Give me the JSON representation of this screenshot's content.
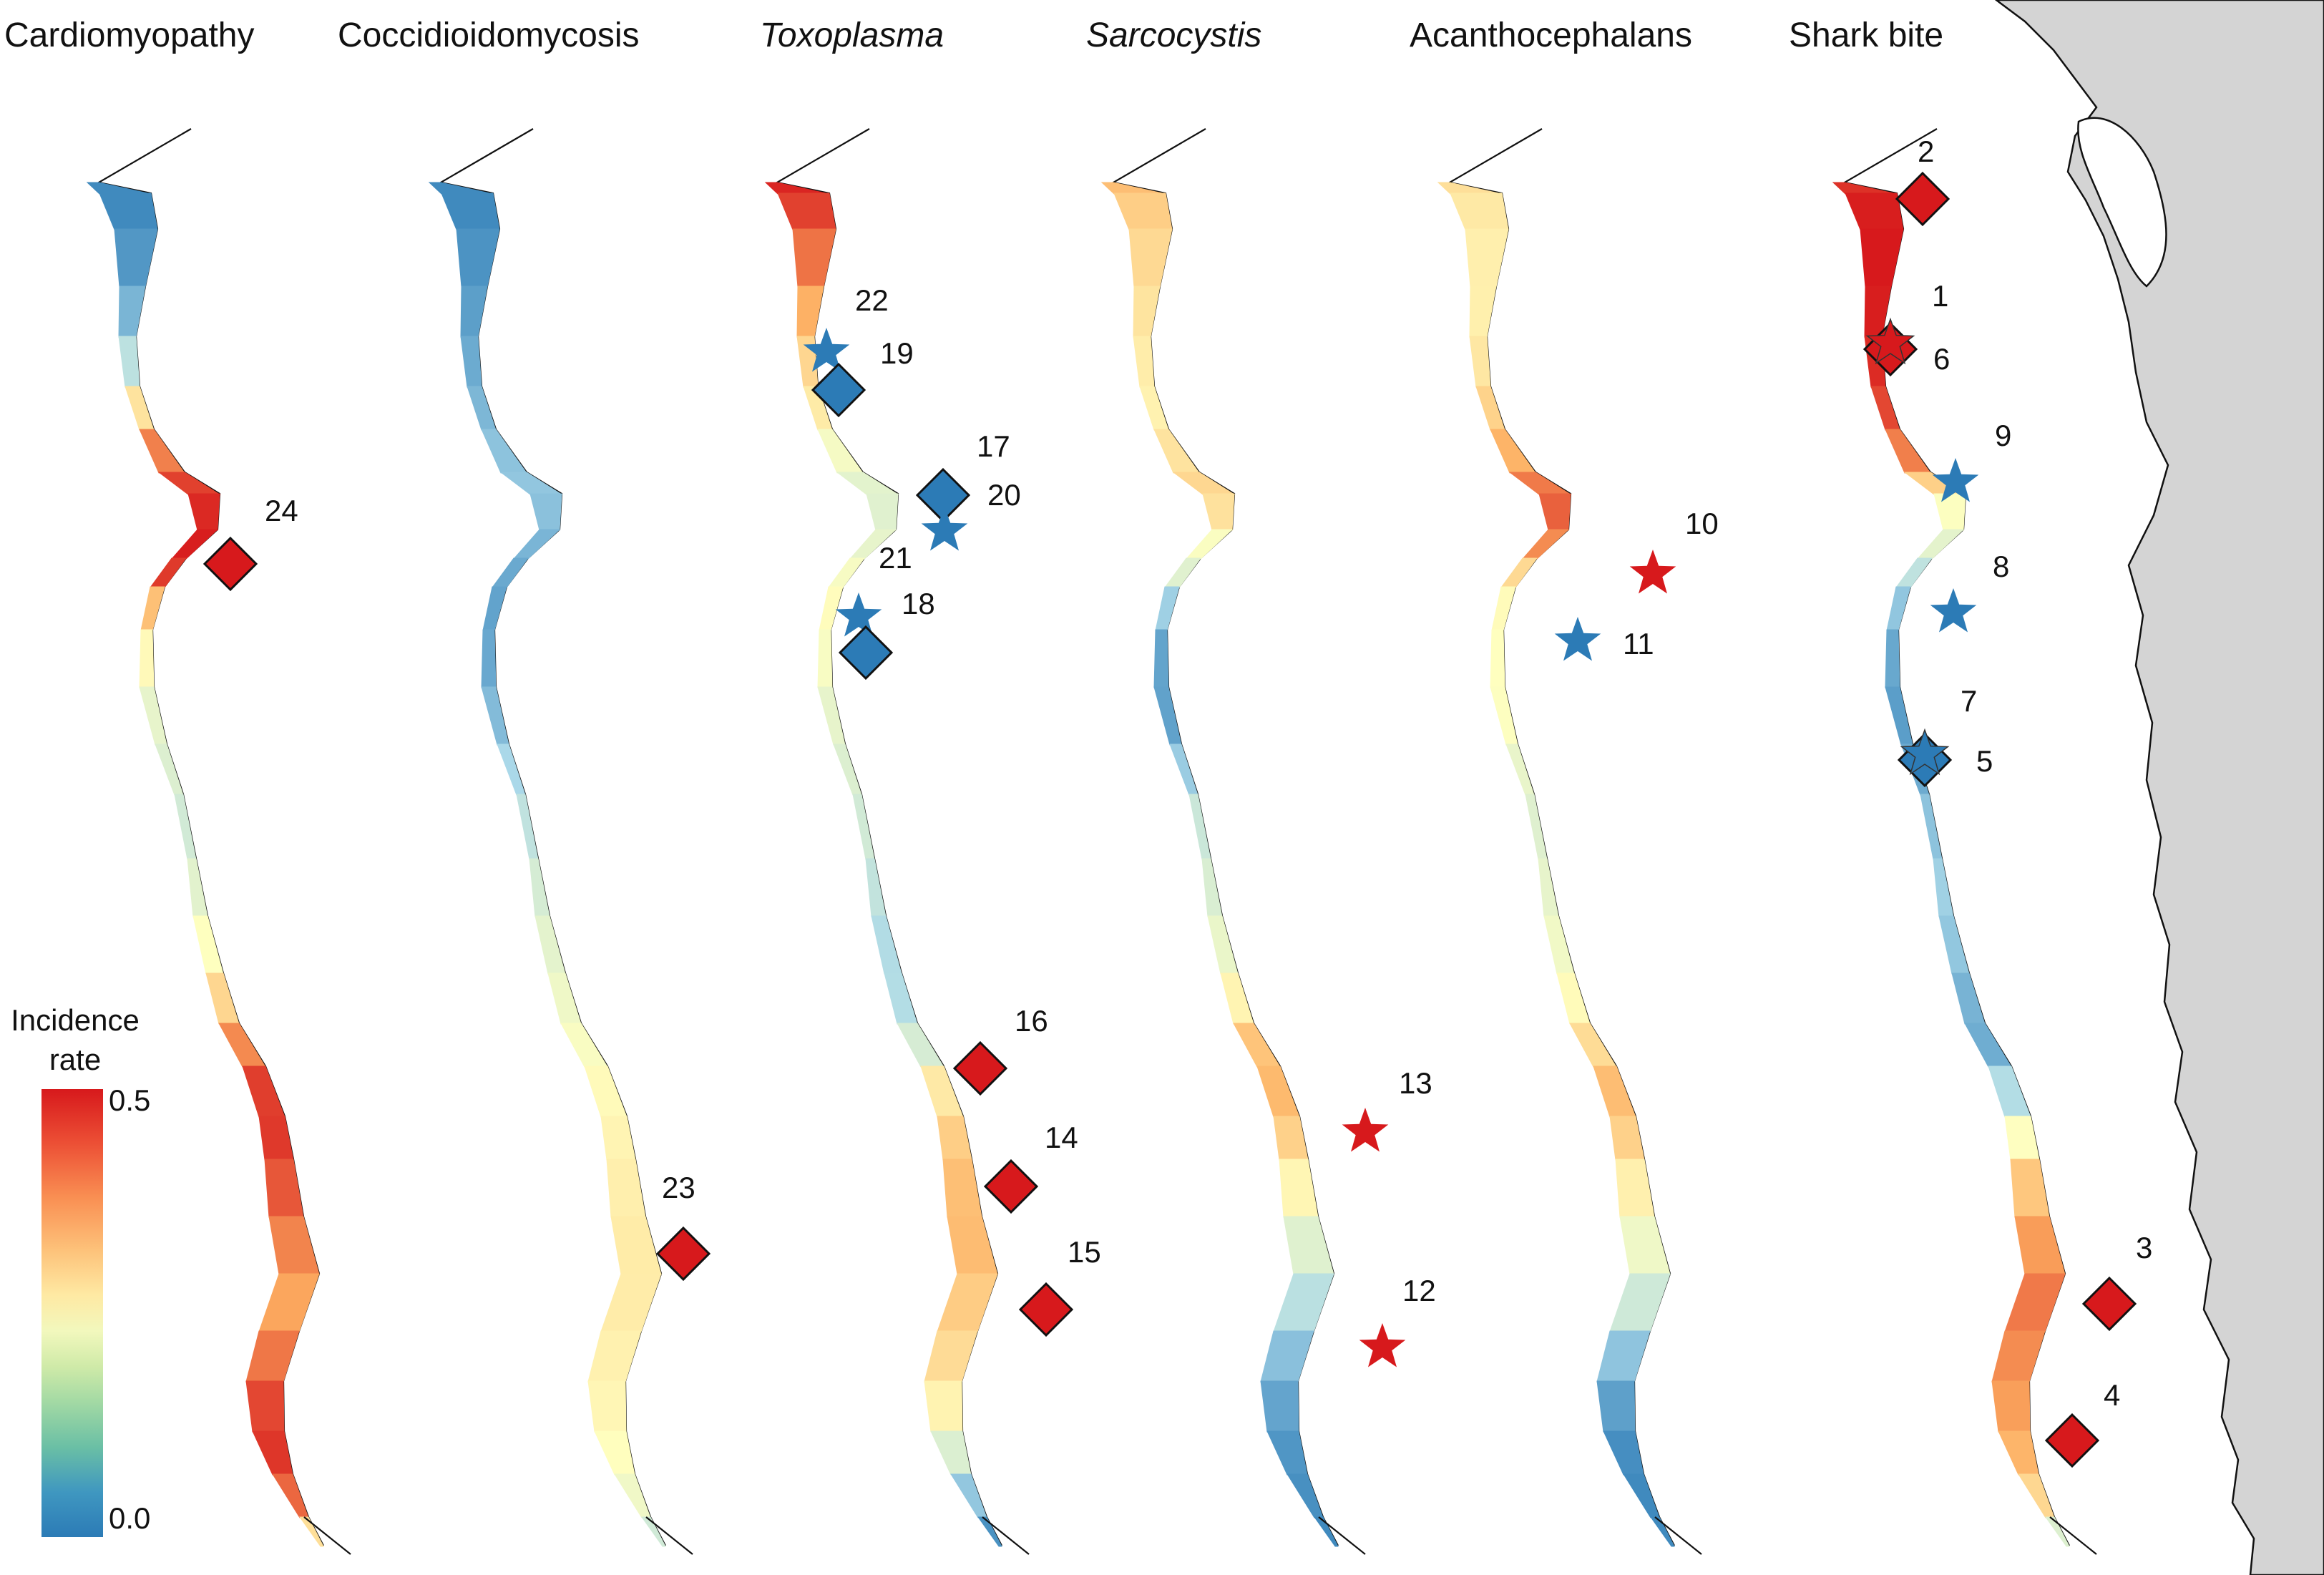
{
  "panels": [
    {
      "title": "Cardiomyopathy",
      "italic": false
    },
    {
      "title": "Coccidioidomycosis",
      "italic": false
    },
    {
      "title": "Toxoplasma",
      "italic": true
    },
    {
      "title": "Sarcocystis",
      "italic": true
    },
    {
      "title": "Acanthocephalans",
      "italic": false
    },
    {
      "title": "Shark bite",
      "italic": false
    }
  ],
  "legend": {
    "title_line1": "Incidence",
    "title_line2": "rate",
    "max_label": "0.5",
    "min_label": "0.0",
    "colors": [
      "#2c7bb6",
      "#abd9e9",
      "#ffffbf",
      "#fdae61",
      "#d7191c"
    ]
  },
  "symbol_colors": {
    "high": "#d7191c",
    "low": "#2c7bb6"
  },
  "coast_profiles": {
    "cardiomyopathy": [
      0.02,
      0.02,
      0.05,
      0.12,
      0.3,
      0.45,
      0.48,
      0.5,
      0.47,
      0.3,
      0.22,
      0.2,
      0.18,
      0.22,
      0.28,
      0.4,
      0.48,
      0.47,
      0.42,
      0.38,
      0.43,
      0.48,
      0.47,
      0.3
    ],
    "coccidioidomycosis": [
      0.02,
      0.02,
      0.04,
      0.06,
      0.08,
      0.1,
      0.1,
      0.08,
      0.06,
      0.05,
      0.07,
      0.12,
      0.16,
      0.2,
      0.22,
      0.24,
      0.26,
      0.27,
      0.28,
      0.28,
      0.27,
      0.26,
      0.24,
      0.18
    ],
    "toxoplasma": [
      0.49,
      0.46,
      0.4,
      0.32,
      0.28,
      0.22,
      0.2,
      0.21,
      0.24,
      0.26,
      0.22,
      0.2,
      0.18,
      0.15,
      0.12,
      0.18,
      0.3,
      0.34,
      0.36,
      0.33,
      0.3,
      0.25,
      0.12,
      0.03
    ],
    "sarcocystis": [
      0.35,
      0.32,
      0.3,
      0.28,
      0.27,
      0.3,
      0.32,
      0.25,
      0.2,
      0.08,
      0.03,
      0.1,
      0.18,
      0.2,
      0.24,
      0.34,
      0.36,
      0.3,
      0.22,
      0.15,
      0.08,
      0.04,
      0.03,
      0.02
    ],
    "acanthocephalans": [
      0.3,
      0.28,
      0.27,
      0.28,
      0.32,
      0.38,
      0.45,
      0.42,
      0.3,
      0.24,
      0.26,
      0.22,
      0.2,
      0.22,
      0.24,
      0.3,
      0.36,
      0.3,
      0.24,
      0.18,
      0.08,
      0.03,
      0.02,
      0.02
    ],
    "shark_bite": [
      0.48,
      0.5,
      0.5,
      0.49,
      0.46,
      0.4,
      0.26,
      0.22,
      0.15,
      0.08,
      0.04,
      0.06,
      0.1,
      0.12,
      0.08,
      0.06,
      0.15,
      0.3,
      0.38,
      0.42,
      0.4,
      0.38,
      0.34,
      0.2
    ]
  },
  "markers": [
    {
      "panel": 0,
      "label": "24",
      "shape": "diamond",
      "level": "high"
    },
    {
      "panel": 1,
      "label": "23",
      "shape": "diamond",
      "level": "high"
    },
    {
      "panel": 2,
      "label": "22",
      "shape": "none",
      "level": "low"
    },
    {
      "panel": 2,
      "label": "19",
      "shape": "star",
      "level": "low"
    },
    {
      "panel": 2,
      "label": "",
      "shape": "diamond",
      "level": "low"
    },
    {
      "panel": 2,
      "label": "17",
      "shape": "diamond",
      "level": "low"
    },
    {
      "panel": 2,
      "label": "20",
      "shape": "star",
      "level": "low"
    },
    {
      "panel": 2,
      "label": "21",
      "shape": "none",
      "level": "low"
    },
    {
      "panel": 2,
      "label": "18",
      "shape": "star",
      "level": "low"
    },
    {
      "panel": 2,
      "label": "",
      "shape": "diamond",
      "level": "low"
    },
    {
      "panel": 2,
      "label": "16",
      "shape": "diamond",
      "level": "high"
    },
    {
      "panel": 2,
      "label": "14",
      "shape": "diamond",
      "level": "high"
    },
    {
      "panel": 2,
      "label": "15",
      "shape": "diamond",
      "level": "high"
    },
    {
      "panel": 3,
      "label": "13",
      "shape": "star",
      "level": "high"
    },
    {
      "panel": 3,
      "label": "12",
      "shape": "star",
      "level": "high"
    },
    {
      "panel": 4,
      "label": "10",
      "shape": "star",
      "level": "high"
    },
    {
      "panel": 4,
      "label": "11",
      "shape": "star",
      "level": "low"
    },
    {
      "panel": 5,
      "label": "2",
      "shape": "diamond",
      "level": "high"
    },
    {
      "panel": 5,
      "label": "1",
      "shape": "none",
      "level": "high"
    },
    {
      "panel": 5,
      "label": "6",
      "shape": "diamond-star",
      "level": "high"
    },
    {
      "panel": 5,
      "label": "9",
      "shape": "star",
      "level": "low"
    },
    {
      "panel": 5,
      "label": "8",
      "shape": "star",
      "level": "low"
    },
    {
      "panel": 5,
      "label": "7",
      "shape": "none",
      "level": "low"
    },
    {
      "panel": 5,
      "label": "5",
      "shape": "diamond-star",
      "level": "low"
    },
    {
      "panel": 5,
      "label": "3",
      "shape": "diamond",
      "level": "high"
    },
    {
      "panel": 5,
      "label": "4",
      "shape": "diamond",
      "level": "high"
    }
  ],
  "inset_map": {
    "land_color": "#d4d4d4"
  }
}
